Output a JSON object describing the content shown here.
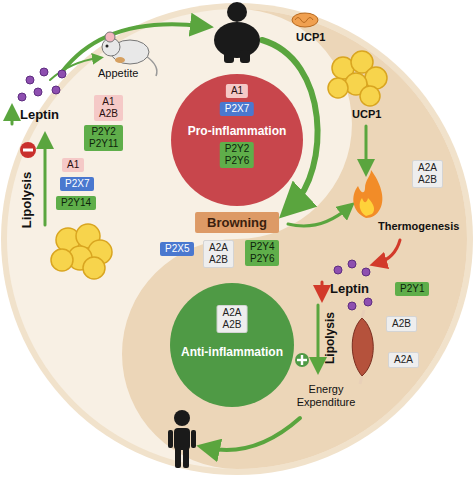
{
  "diagram": {
    "nodes": [
      {
        "text": [
          "Pro-inflammation"
        ]
      },
      {
        "text": [
          "A1"
        ],
        "in": 0
      },
      {
        "text": [
          "P2X7"
        ],
        "in": 0
      },
      {
        "text": [
          "P2Y2 P2Y6"
        ],
        "in": 0
      },
      {
        "text": [
          "Browning"
        ]
      },
      {
        "text": [
          "P2X5"
        ]
      },
      {
        "text": [
          "A2A A2B"
        ]
      },
      {
        "text": [
          "P2Y4 P2Y6"
        ]
      },
      {
        "text": [
          "Anti-inflammation"
        ]
      },
      {
        "text": [
          "A2A A2B"
        ],
        "in": 8
      },
      {
        "text": [
          "A1 A2B"
        ]
      },
      {
        "text": [
          "P2Y2 P2Y11"
        ]
      },
      {
        "text": [
          "A1"
        ]
      },
      {
        "text": [
          "P2X7"
        ]
      },
      {
        "text": [
          "P2Y14"
        ]
      },
      {
        "text": [
          "A2A A2B"
        ]
      },
      {
        "text": [
          "P2Y1"
        ]
      },
      {
        "text": [
          "A2B"
        ]
      },
      {
        "text": [
          "A2A"
        ]
      }
    ],
    "labels": [
      "Appetite",
      "Leptin",
      "Lipolysis",
      "UCP1",
      "UCP1",
      "Thermogenesis",
      "Leptin",
      "Lipolysis",
      "Energy Expenditure"
    ]
  }
}
